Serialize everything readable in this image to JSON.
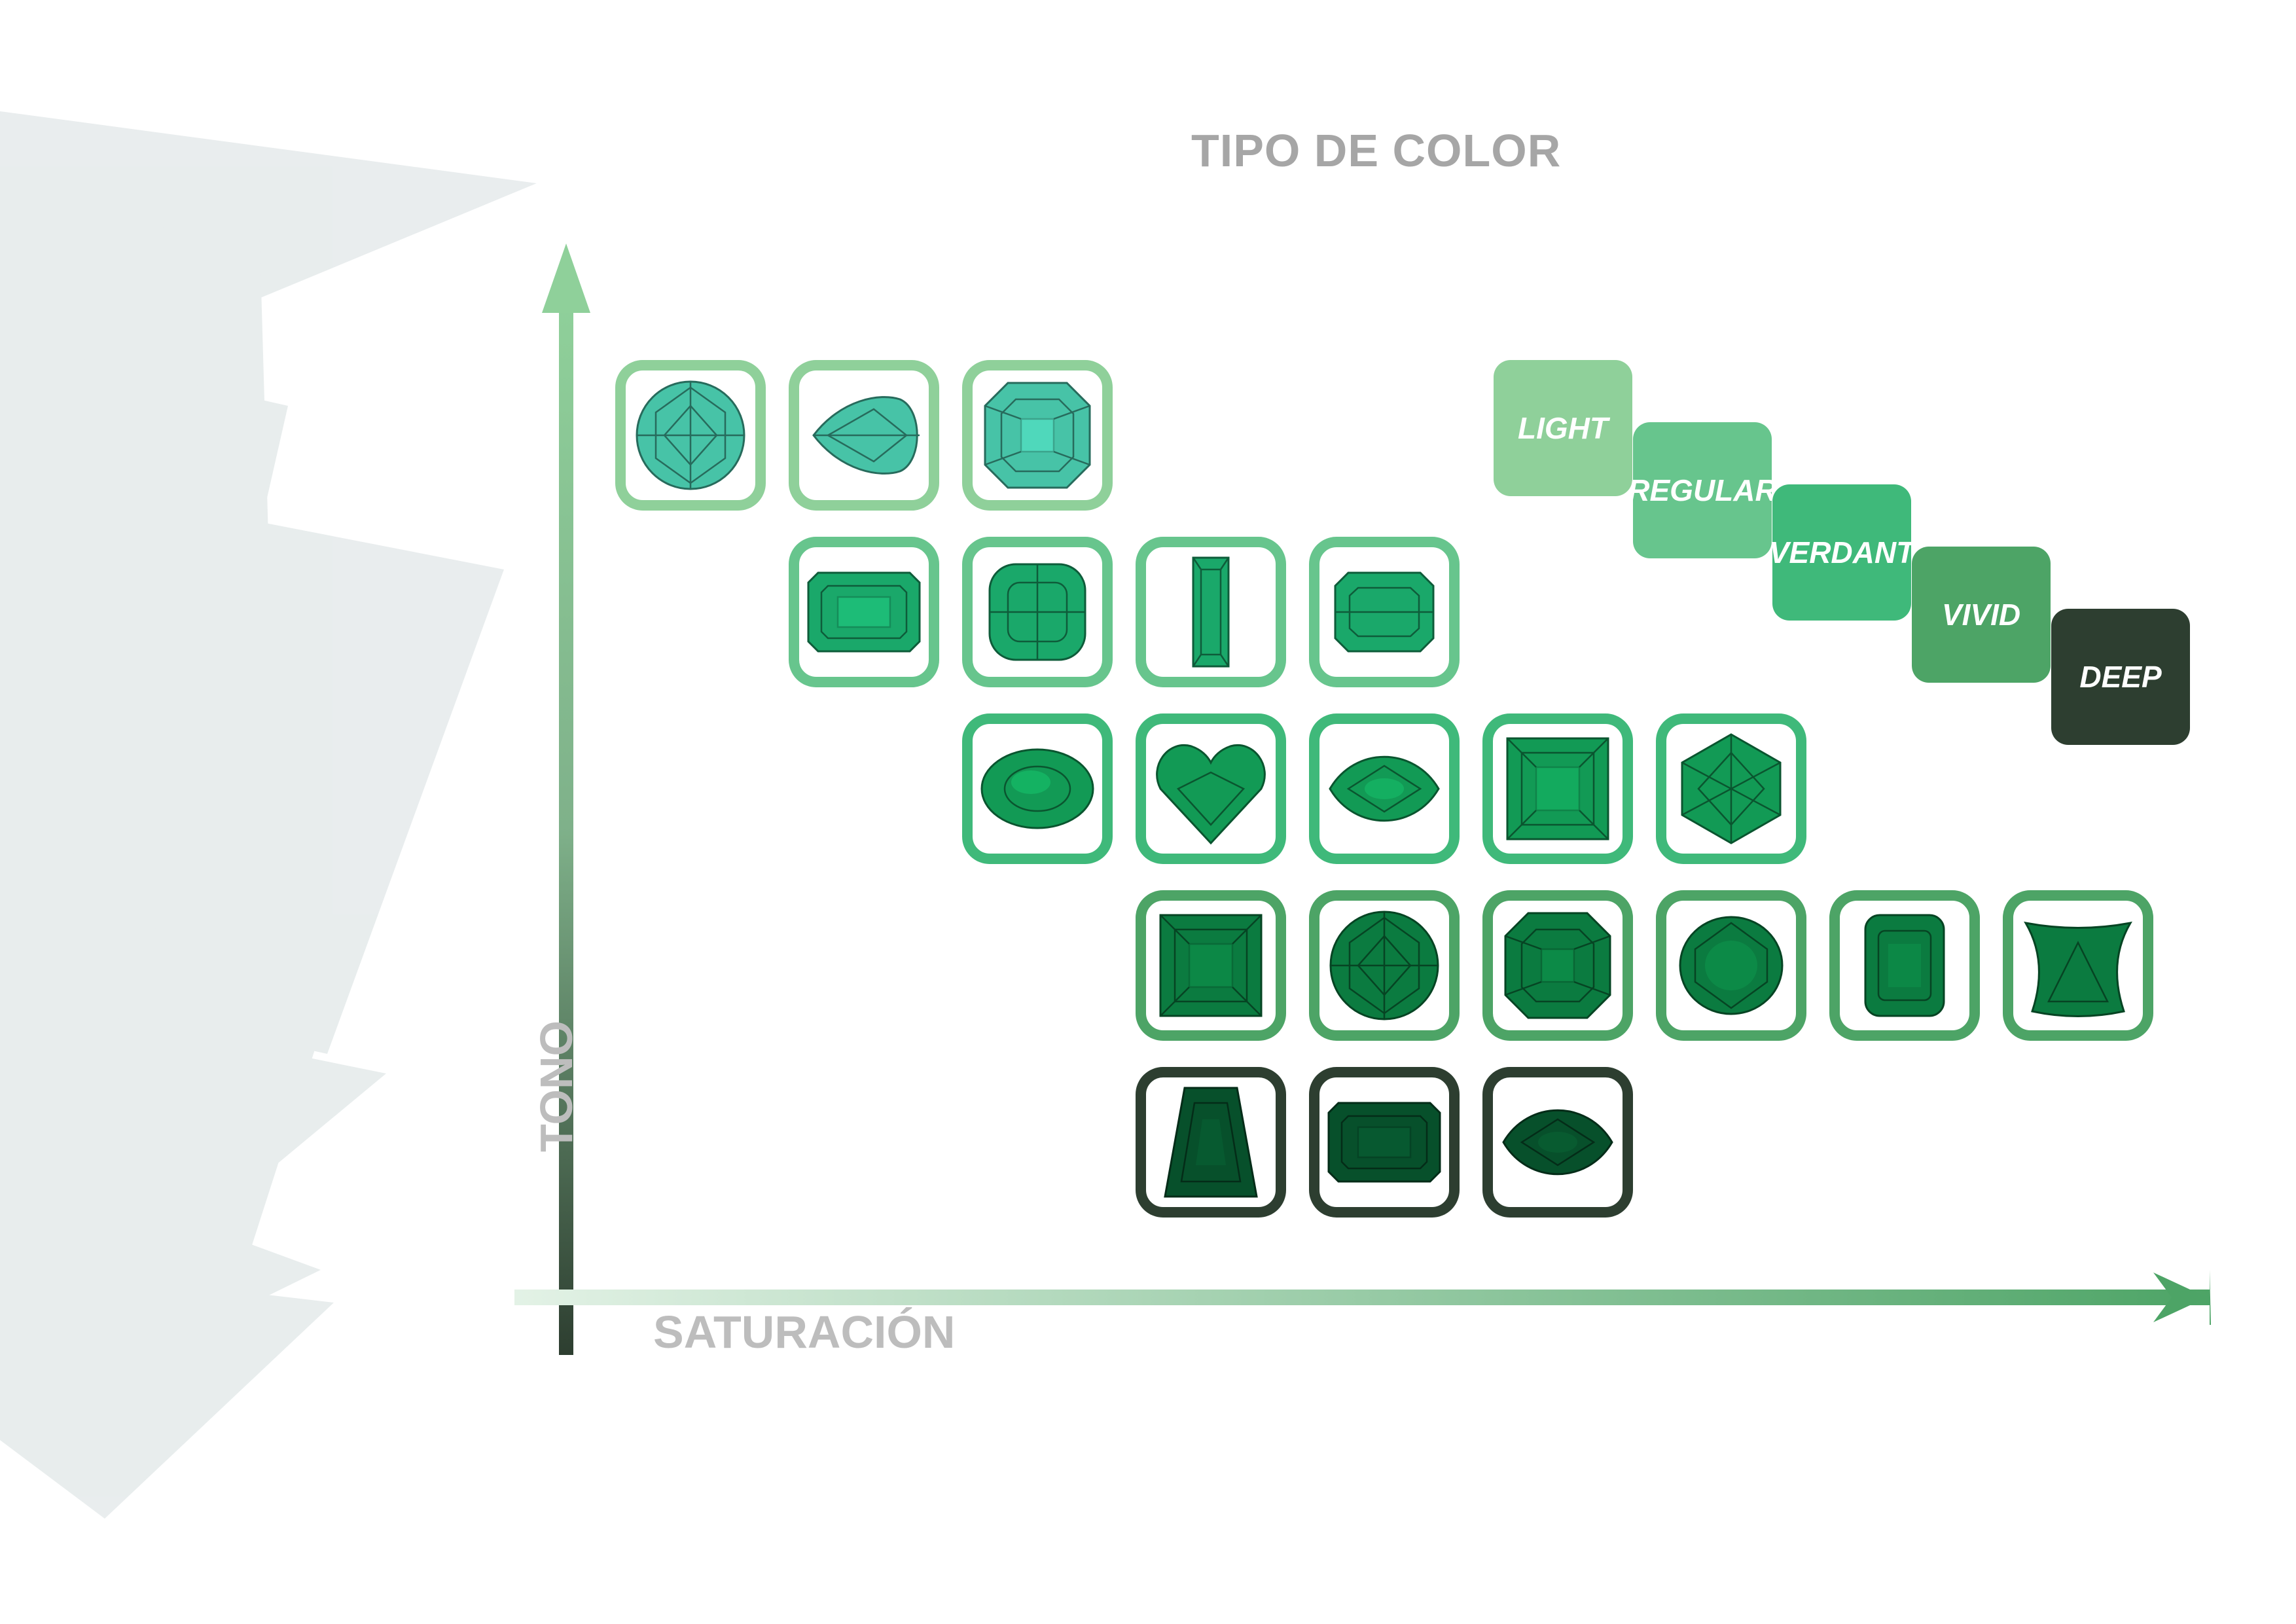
{
  "title": "TIPO DE COLOR",
  "x_axis_label": "SATURACIÓN",
  "y_axis_label": "TONO",
  "color_types": [
    {
      "name": "LIGHT",
      "color": "#8fd09a"
    },
    {
      "name": "REGULAR",
      "color": "#67c58d"
    },
    {
      "name": "VERDANT",
      "color": "#3fb97a"
    },
    {
      "name": "VIVID",
      "color": "#4da466"
    },
    {
      "name": "DEEP",
      "color": "#2d3e30"
    }
  ],
  "rows": [
    {
      "tone_level": 1,
      "border_color": "#8fd09a",
      "gem_color": "#47c3a7",
      "cuts": [
        "round",
        "pear",
        "asscher"
      ]
    },
    {
      "tone_level": 2,
      "border_color": "#67c58d",
      "gem_color": "#1aa86a",
      "cuts": [
        "emerald",
        "cushion",
        "baguette",
        "radiant"
      ]
    },
    {
      "tone_level": 3,
      "border_color": "#3fb97a",
      "gem_color": "#129a55",
      "cuts": [
        "oval",
        "heart",
        "marquise",
        "square-step",
        "hexagon"
      ]
    },
    {
      "tone_level": 4,
      "border_color": "#4da466",
      "gem_color": "#0b7b40",
      "cuts": [
        "square-step",
        "round",
        "asscher",
        "oval-rose",
        "cushion-emerald",
        "trillion"
      ]
    },
    {
      "tone_level": 5,
      "border_color": "#2d3e30",
      "gem_color": "#07502b",
      "cuts": [
        "tapered-baguette",
        "emerald",
        "marquise"
      ]
    }
  ]
}
